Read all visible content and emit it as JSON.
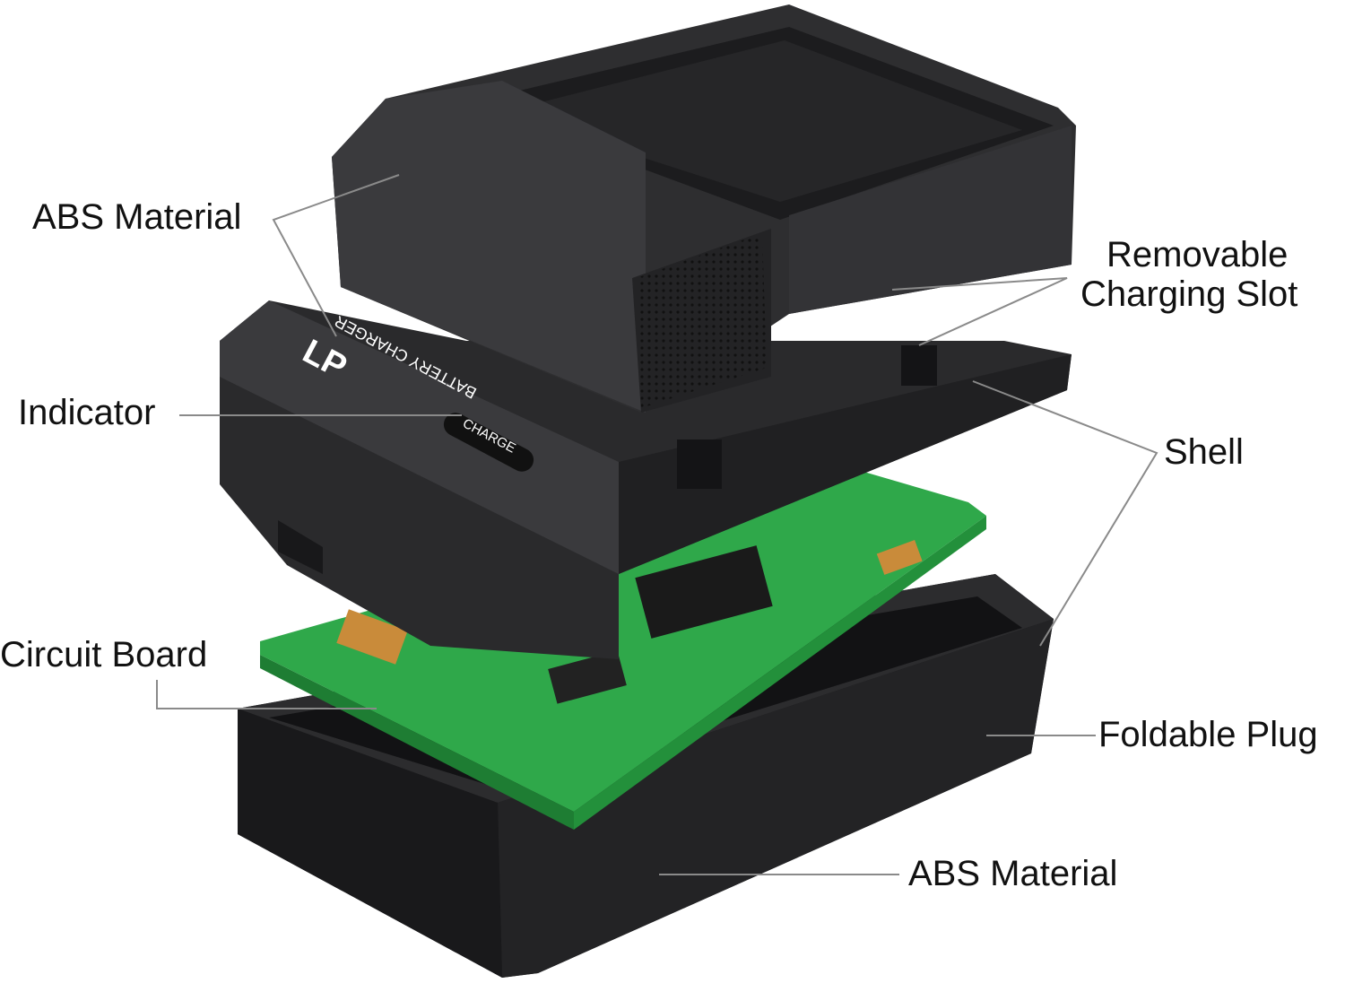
{
  "labels": {
    "abs_material_top": "ABS Material",
    "removable_slot_line1": "Removable",
    "removable_slot_line2": "Charging Slot",
    "indicator": "Indicator",
    "shell": "Shell",
    "circuit_board": "Circuit Board",
    "foldable_plug": "Foldable Plug",
    "abs_material_bottom": "ABS Material"
  },
  "device_print": {
    "brand": "LP",
    "product": "BATTERY CHARGER",
    "indicator_text": "CHARGE"
  },
  "colors": {
    "body": "#2a2a2c",
    "board": "#2fa84a",
    "leader": "#8a8a8a"
  }
}
